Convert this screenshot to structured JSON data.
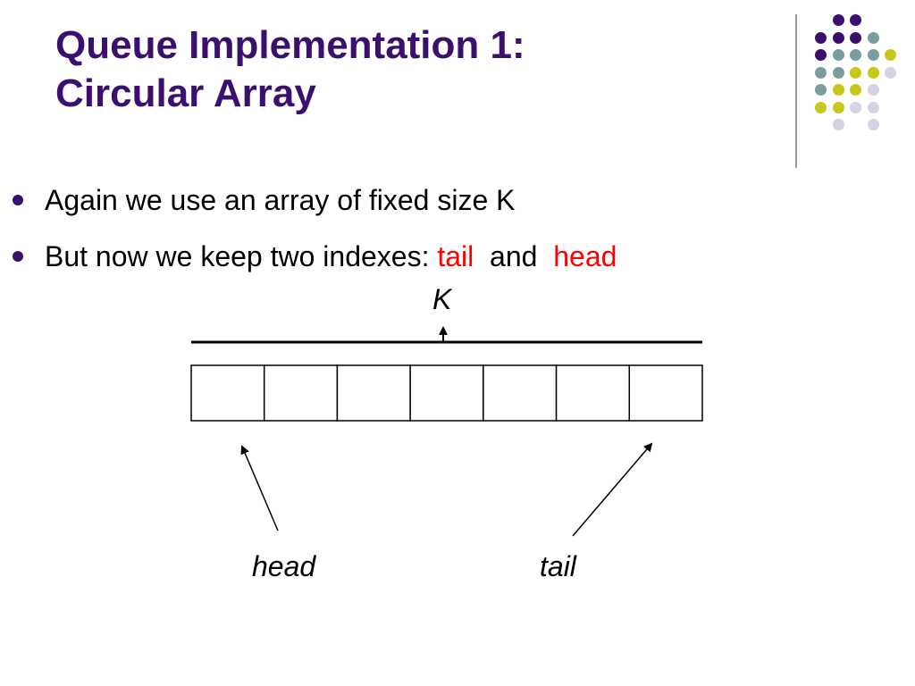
{
  "slide": {
    "title_line1": "Queue Implementation 1:",
    "title_line2": "Circular Array"
  },
  "bullets": [
    {
      "text": "Again we use an array of fixed size K"
    },
    {
      "text_before": "But now we keep two indexes: ",
      "tail": "tail",
      "middle": "  and  ",
      "head": "head"
    }
  ],
  "diagram": {
    "size_label": "K",
    "cell_count": 7,
    "head_label": "head",
    "tail_label": "tail"
  },
  "colors": {
    "title": "#3b0f6e",
    "highlight": "#ff0000",
    "dot_purple": "#3b0f6e",
    "dot_teal": "#7a9e9f",
    "dot_yellow": "#c8c81a",
    "dot_lavender": "#d3d3e6"
  }
}
